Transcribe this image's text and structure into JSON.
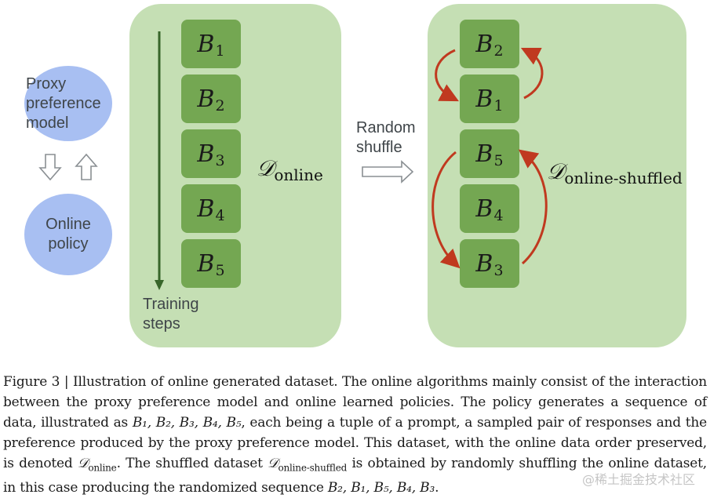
{
  "left_diagram": {
    "proxy_model_label": "Proxy preference model",
    "online_policy_label": "Online policy",
    "training_steps_label": "Training steps",
    "blocks": [
      {
        "letter": "B",
        "sub": "1"
      },
      {
        "letter": "B",
        "sub": "2"
      },
      {
        "letter": "B",
        "sub": "3"
      },
      {
        "letter": "B",
        "sub": "4"
      },
      {
        "letter": "B",
        "sub": "5"
      }
    ],
    "dataset_symbol": "𝒟",
    "dataset_subscript": "online"
  },
  "middle": {
    "shuffle_label": "Random shuffle"
  },
  "right_diagram": {
    "blocks": [
      {
        "letter": "B",
        "sub": "2"
      },
      {
        "letter": "B",
        "sub": "1"
      },
      {
        "letter": "B",
        "sub": "5"
      },
      {
        "letter": "B",
        "sub": "4"
      },
      {
        "letter": "B",
        "sub": "3"
      }
    ],
    "dataset_symbol": "𝒟",
    "dataset_subscript": "online-shuffled"
  },
  "colors": {
    "panel": "#c5dfb4",
    "block": "#74a752",
    "arrow_dark_green": "#38662a",
    "circle": "#a8bff2",
    "swap_arrow": "#c0391f"
  },
  "caption": {
    "label": "Figure 3 | Illustration of online generated dataset.",
    "s1": " The online algorithms mainly consist of the interaction between the proxy preference model and online learned policies. The policy generates a sequence of data, illustrated as ",
    "seq1": "B₁, B₂, B₃, B₄, B₅",
    "s2": ", each being a tuple of a prompt, a sampled pair of responses and the preference produced by the proxy preference model. This dataset, with the online data order preserved, is denoted ",
    "d_online_sub": "online",
    "s3": ". The shuffled dataset ",
    "d_shuffled_sub": "online-shuffled",
    "s4": " is obtained by randomly shuffling the online dataset, in this case producing the randomized sequence ",
    "seq2": "B₂, B₁, B₅, B₄, B₃",
    "s5": "."
  },
  "watermark": "@稀土掘金技术社区"
}
